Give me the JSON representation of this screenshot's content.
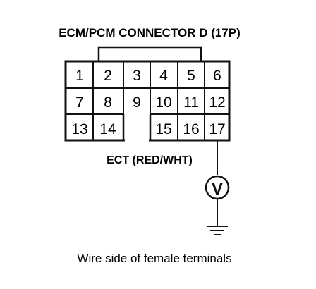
{
  "connector": {
    "title": "ECM/PCM CONNECTOR D (17P)",
    "rows": [
      [
        "1",
        "2",
        "3",
        "4",
        "5",
        "6"
      ],
      [
        "7",
        "8",
        "9",
        "10",
        "11",
        "12"
      ],
      [
        "13",
        "14",
        "",
        "15",
        "16",
        "17"
      ]
    ]
  },
  "probe": {
    "signal_label": "ECT (RED/WHT)",
    "meter_symbol": "V",
    "pin": "17"
  },
  "caption": "Wire side of female terminals"
}
